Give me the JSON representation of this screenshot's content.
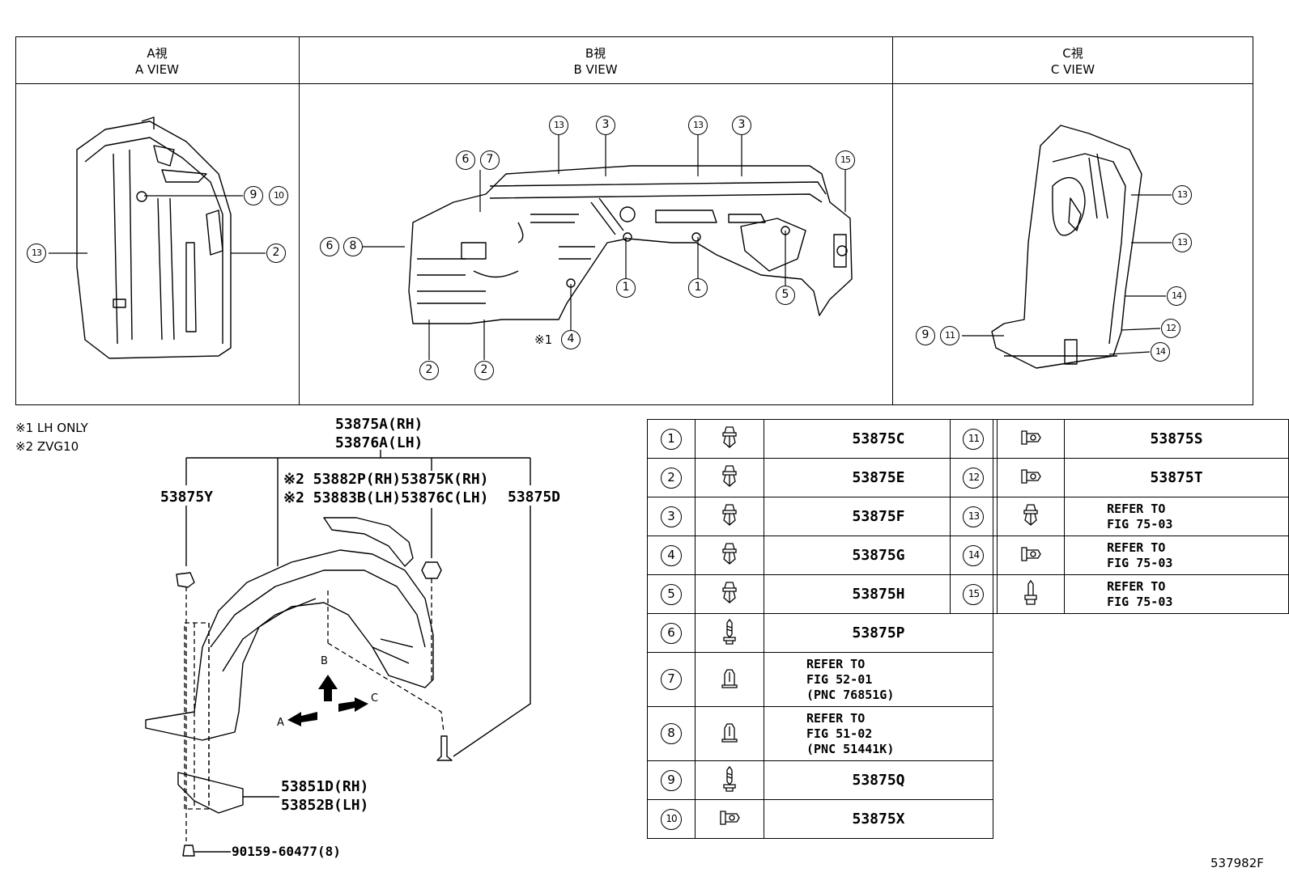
{
  "views": [
    {
      "jp": "A視",
      "en": "A VIEW"
    },
    {
      "jp": "B視",
      "en": "B VIEW"
    },
    {
      "jp": "C視",
      "en": "C VIEW"
    }
  ],
  "callouts": {
    "a_9": "9",
    "a_10": "10",
    "a_13": "13",
    "a_2": "2",
    "b_13a": "13",
    "b_3a": "3",
    "b_13b": "13",
    "b_3b": "3",
    "b_6": "6",
    "b_7": "7",
    "b_15": "15",
    "b_6l": "6",
    "b_8l": "8",
    "b_1a": "1",
    "b_1b": "1",
    "b_5": "5",
    "b_4_mark": "※1",
    "b_4": "4",
    "b_2a": "2",
    "b_2b": "2",
    "c_13a": "13",
    "c_13b": "13",
    "c_14a": "14",
    "c_12": "12",
    "c_14b": "14",
    "c_9": "9",
    "c_11": "11"
  },
  "notes": {
    "note1": "※1 LH ONLY",
    "note2": "※2 ZVG10"
  },
  "explode": {
    "main_rh": "53875A(RH)",
    "main_lh": "53876A(LH)",
    "clip_y": "53875Y",
    "sub_rh": "※2 53882P(RH)53875K(RH)",
    "sub_lh": "※2 53883B(LH)53876C(LH)",
    "clip_d": "53875D",
    "arrow_a": "A",
    "arrow_b": "B",
    "arrow_c": "C",
    "seal_rh": "53851D(RH)",
    "seal_lh": "53852B(LH)",
    "bolt": "90159-60477(8)"
  },
  "legend_left": [
    {
      "num": "1",
      "icon": "push-rivet-clip-icon",
      "part": "53875C"
    },
    {
      "num": "2",
      "icon": "push-rivet-clip-icon",
      "part": "53875E"
    },
    {
      "num": "3",
      "icon": "push-rivet-clip-icon",
      "part": "53875F"
    },
    {
      "num": "4",
      "icon": "push-rivet-clip-icon",
      "part": "53875G"
    },
    {
      "num": "5",
      "icon": "push-rivet-clip-icon",
      "part": "53875H"
    },
    {
      "num": "6",
      "icon": "screw-icon",
      "part": "53875P"
    },
    {
      "num": "7",
      "icon": "nut-clip-icon",
      "part": "REFER TO\nFIG 52-01\n(PNC 76851G)"
    },
    {
      "num": "8",
      "icon": "nut-clip-icon",
      "part": "REFER TO\nFIG 51-02\n(PNC 51441K)"
    },
    {
      "num": "9",
      "icon": "screw-icon",
      "part": "53875Q"
    },
    {
      "num": "10",
      "icon": "grommet-icon",
      "part": "53875X"
    }
  ],
  "legend_right": [
    {
      "num": "11",
      "icon": "grommet-icon",
      "part": "53875S"
    },
    {
      "num": "12",
      "icon": "grommet-icon",
      "part": "53875T"
    },
    {
      "num": "13",
      "icon": "push-rivet-clip-icon",
      "part": "REFER TO\nFIG 75-03"
    },
    {
      "num": "14",
      "icon": "grommet-icon",
      "part": "REFER TO\nFIG 75-03"
    },
    {
      "num": "15",
      "icon": "bolt-icon",
      "part": "REFER TO\nFIG 75-03"
    }
  ],
  "figure_id": "537982F"
}
